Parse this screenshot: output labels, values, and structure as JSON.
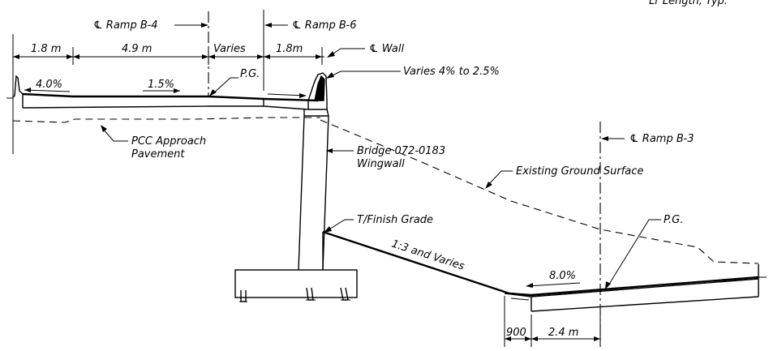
{
  "labels": {
    "top_note": "Lr Length, Typ.",
    "ramp_b4": "℄ Ramp B-4",
    "ramp_b6": "℄ Ramp B-6",
    "wall": "℄ Wall",
    "varies_4_25": "Varies 4% to 2.5%",
    "pg_top": "P.G.",
    "pcc_line1": "PCC Approach",
    "pcc_line2": "Pavement",
    "bridge_line1": "Bridge 072-0183",
    "bridge_line2": "Wingwall",
    "ramp_b3": "℄ Ramp B-3",
    "existing_ground": "Existing Ground Surface",
    "finish_grade": "T/Finish Grade",
    "slope": "1:3 and Varies",
    "pg_bottom": "P.G.",
    "slope_8": "8.0%",
    "slope_4": "4.0%",
    "slope_15": "1.5%"
  },
  "dimensions": {
    "d1": "1.8 m",
    "d2": "4.9 m",
    "d3": "Varies",
    "d4": "1.8m",
    "d5": "900",
    "d6": "2.4 m"
  }
}
